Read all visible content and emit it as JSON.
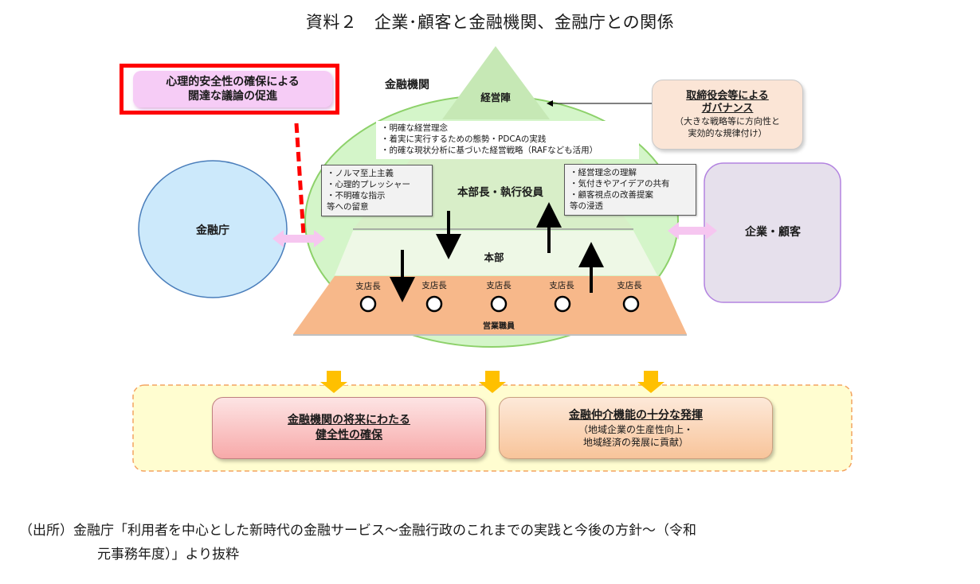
{
  "title": "資料２　企業･顧客と金融機関、金融庁との関係",
  "fsa": {
    "label": "金融庁"
  },
  "customers": {
    "label": "企業・顧客"
  },
  "institution": {
    "label": "金融機関"
  },
  "psychological_safety": {
    "lines": [
      "心理的安全性の確保による",
      "闊達な議論の促進"
    ]
  },
  "governance": {
    "heading_lines": [
      "取締役会等による",
      "ガバナンス"
    ],
    "sub_lines": [
      "（大きな戦略等に方向性と",
      "実効的な規律付け）"
    ]
  },
  "pyramid": {
    "top": "経営陣",
    "top_points": [
      "・明確な経営理念",
      "・着実に実行するための態勢・PDCAの実践",
      "・的確な現状分析に基づいた経営戦略（RAFなども活用）"
    ],
    "middle": "本部長・執行役員",
    "left_box": [
      "・ノルマ至上主義",
      "・心理的プレッシャー",
      "・不明確な指示",
      "等への留意"
    ],
    "right_box": [
      "・経営理念の理解",
      "・気付きやアイデアの共有",
      "・顧客視点の改善提案",
      "等の浸透"
    ],
    "headquarters": "本部",
    "branch_label": "支店長",
    "branches": [
      "支店長",
      "支店長",
      "支店長",
      "支店長",
      "支店長"
    ],
    "staff": "営業職員"
  },
  "outcomes": [
    {
      "heading_lines": [
        "金融機関の将来にわたる",
        "健全性の確保"
      ],
      "sub_lines": []
    },
    {
      "heading_lines": [
        "金融仲介機能の十分な発揮"
      ],
      "sub_lines": [
        "（地域企業の生産性向上・",
        "地域経済の発展に貢献）"
      ]
    }
  ],
  "source": {
    "line1": "（出所）金融庁「利用者を中心とした新時代の金融サービス～金融行政のこれまでの実践と今後の方針～（令和",
    "line2": "元事務年度）」より抜粋"
  },
  "colors": {
    "red_frame": "#ff0000",
    "fsa_fill": "#cce9fb",
    "fsa_stroke": "#4a7ebb",
    "customers_fill": "#e6e0ec",
    "customers_stroke": "#b383e0",
    "ellipse_fill": "#d4f5c9",
    "ellipse_stroke": "#8dd16a",
    "top_tri": "#c6e8b5",
    "middle_band": "#d8eec8",
    "hq_band": "#eef8e6",
    "staff_band": "#f7b88a",
    "pink_arrow": "#f6c6f0",
    "gold_arrow": "#ffc000",
    "outcome_area": "#fffdd0",
    "outcome_border": "#f4a460"
  }
}
